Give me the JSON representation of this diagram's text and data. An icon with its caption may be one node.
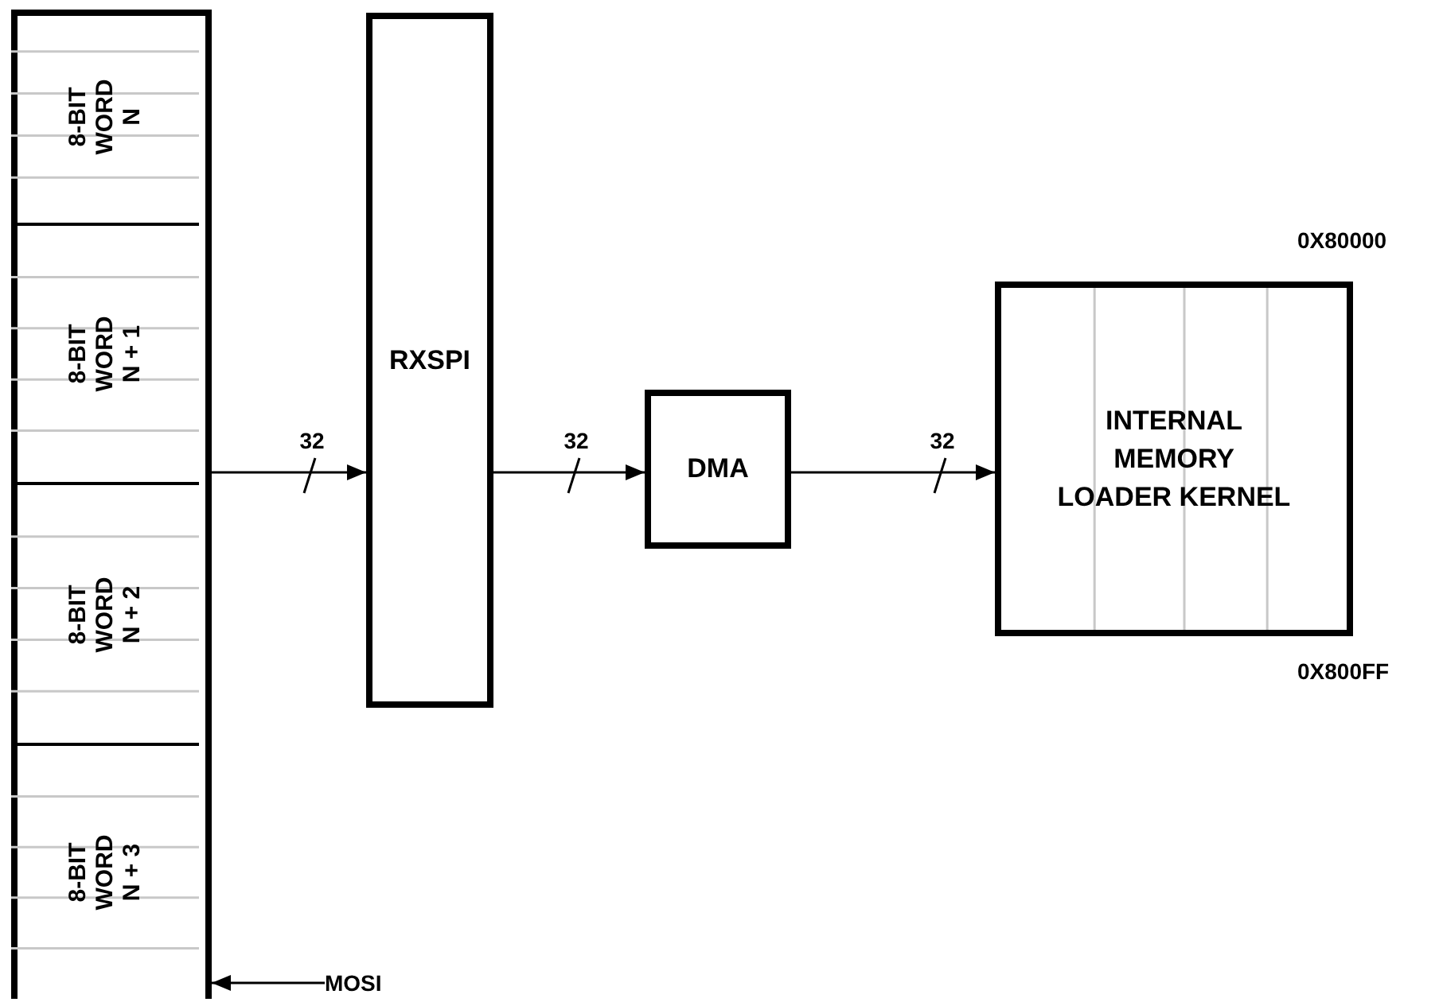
{
  "diagram": {
    "nodes": [
      {
        "text": [],
        "shape": "box"
      },
      {
        "text": [
          "8-BIT WORD N"
        ],
        "in": 0
      },
      {
        "text": [
          "8-BIT WORD N + 1"
        ],
        "in": 0
      },
      {
        "text": [
          "8-BIT WORD N + 2"
        ],
        "in": 0
      },
      {
        "text": [
          "8-BIT WORD N + 3"
        ],
        "in": 0
      },
      {
        "text": [
          "RXSPI"
        ]
      },
      {
        "text": [
          "DMA"
        ]
      },
      {
        "text": [
          "INTERNAL MEMORY LOADER KERNEL"
        ],
        "beside": [
          "0X80000",
          "0X800FF"
        ]
      },
      {
        "text": [
          "MOSI"
        ]
      }
    ],
    "edges": [
      {
        "from": 0,
        "to": 5,
        "arrow": "to",
        "label": "32"
      },
      {
        "from": 5,
        "to": 6,
        "arrow": "to",
        "label": "32"
      },
      {
        "from": 6,
        "to": 7,
        "arrow": "to",
        "label": "32"
      },
      {
        "from": 8,
        "to": 4,
        "arrow": "to"
      }
    ]
  }
}
